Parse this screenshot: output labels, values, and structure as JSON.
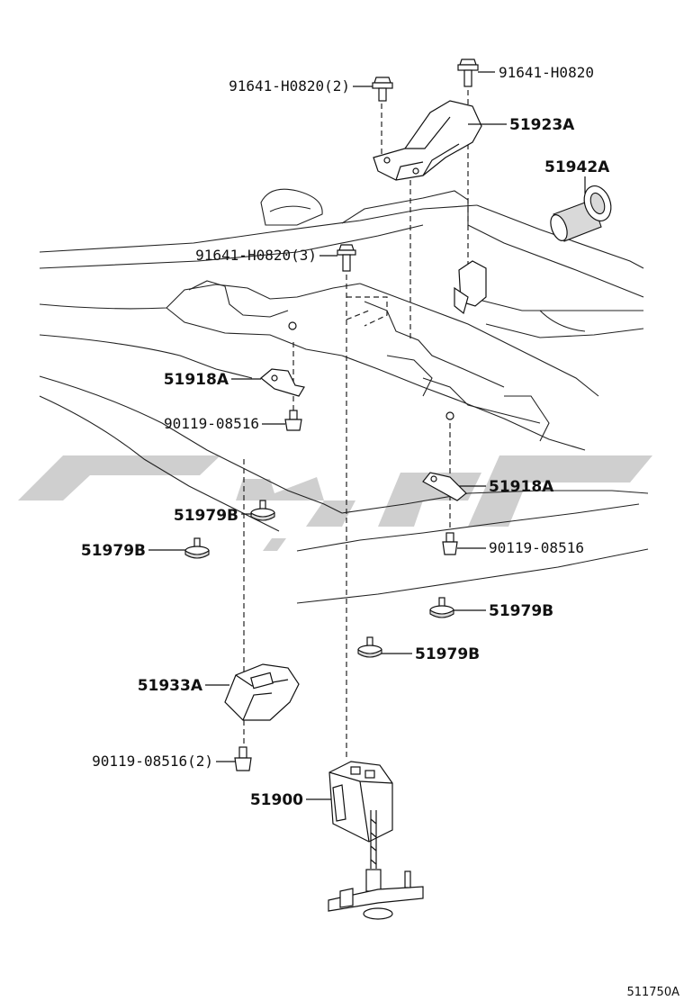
{
  "labels": {
    "bolt_top_left": "91641-H0820(2)",
    "bolt_top_right": "91641-H0820",
    "bracket_51923A": "51923A",
    "cap_51942A": "51942A",
    "bolt_mid": "91641-H0820(3)",
    "bracket_51918A_left": "51918A",
    "bolt_90119_left": "90119-08516",
    "bracket_51918A_right": "51918A",
    "stopper_51979B_1": "51979B",
    "stopper_51979B_2": "51979B",
    "bolt_90119_right": "90119-08516",
    "stopper_51979B_3": "51979B",
    "stopper_51979B_4": "51979B",
    "bracket_51933A": "51933A",
    "bolt_90119_bottom": "90119-08516(2)",
    "carrier_51900": "51900"
  },
  "figure_ref": "511750A",
  "colors": {
    "line": "#111111",
    "watermark": "#cfcfcf",
    "background": "#ffffff"
  }
}
